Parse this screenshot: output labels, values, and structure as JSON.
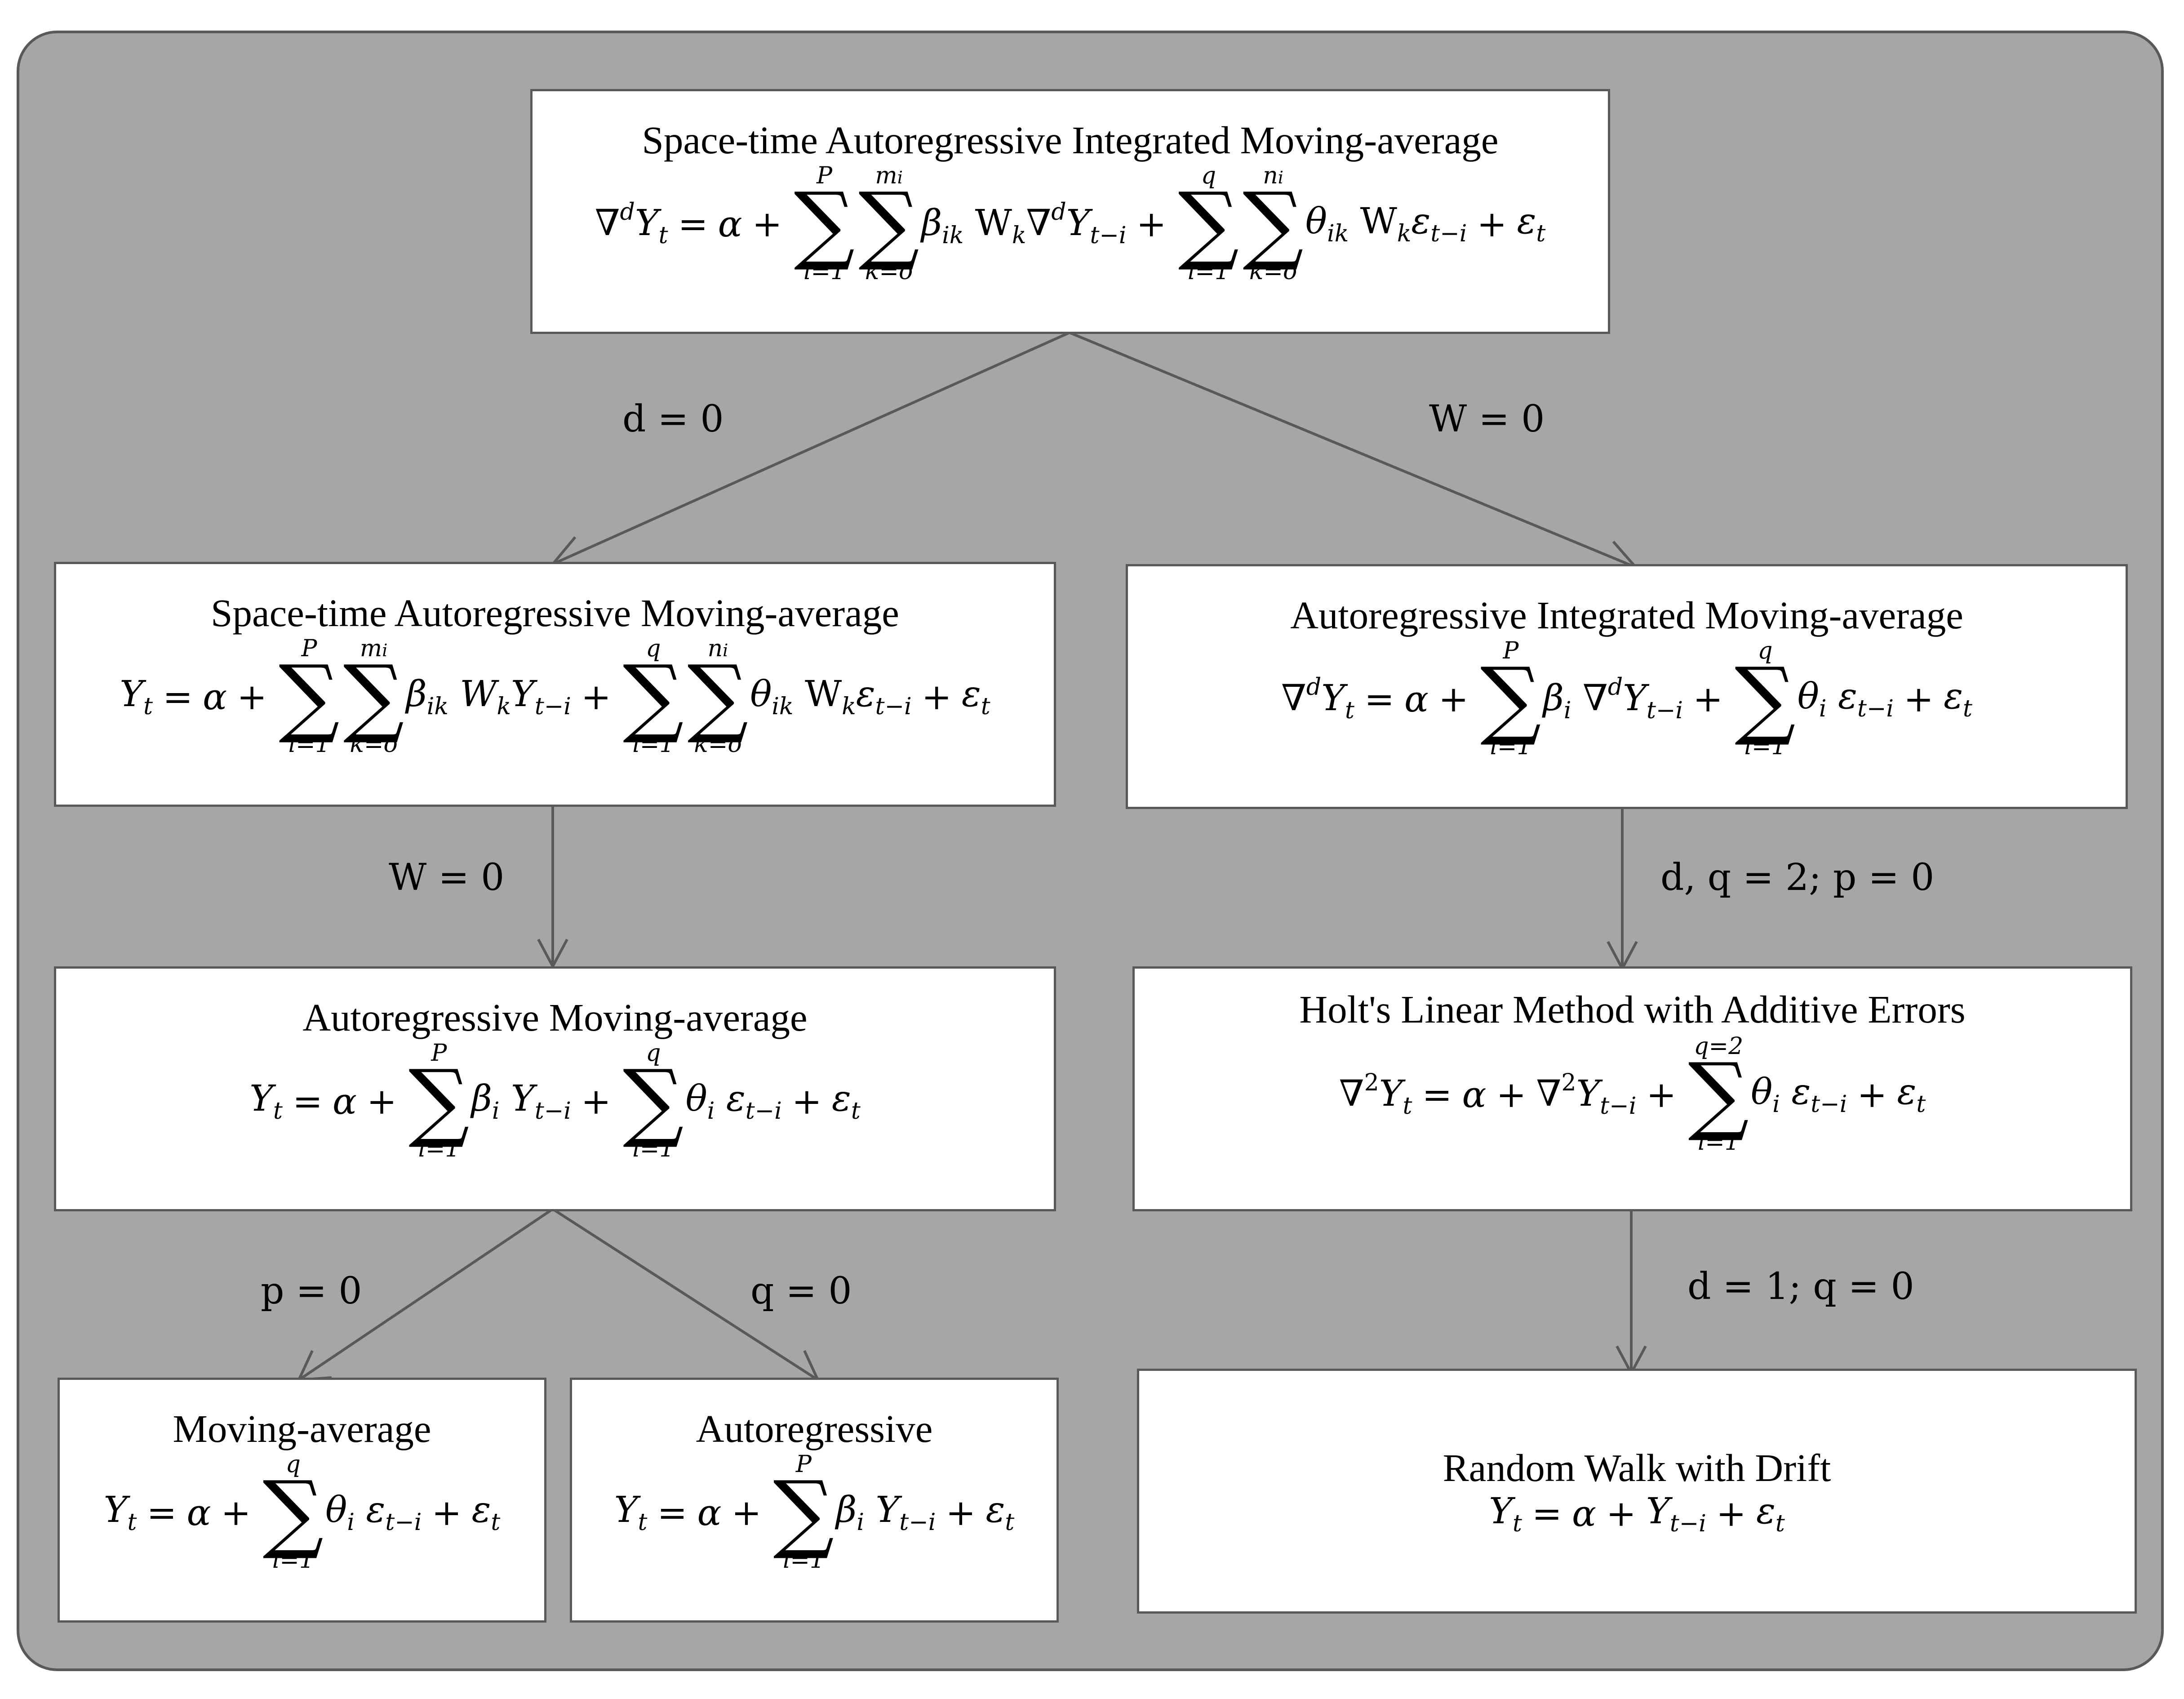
{
  "nodes": {
    "starima": {
      "title": "Space-time Autoregressive Integrated Moving-average"
    },
    "starma": {
      "title": "Space-time Autoregressive Moving-average"
    },
    "arima": {
      "title": "Autoregressive Integrated Moving-average"
    },
    "arma": {
      "title": "Autoregressive Moving-average"
    },
    "holt": {
      "title": "Holt's Linear Method with Additive Errors"
    },
    "ma": {
      "title": "Moving-average"
    },
    "ar": {
      "title": "Autoregressive"
    },
    "rw": {
      "title": "Random Walk with Drift"
    }
  },
  "edges": {
    "starima_starma": "d = 0",
    "starima_arima": "W = 0",
    "starma_arma": "W = 0",
    "arima_holt": "d, q = 2; p = 0",
    "arma_ma": "p = 0",
    "arma_ar": "q = 0",
    "holt_rw": "d = 1; q = 0"
  },
  "colors": {
    "panel": "#a6a6a6",
    "border": "#595959",
    "box": "#ffffff",
    "arrow": "#595959"
  }
}
